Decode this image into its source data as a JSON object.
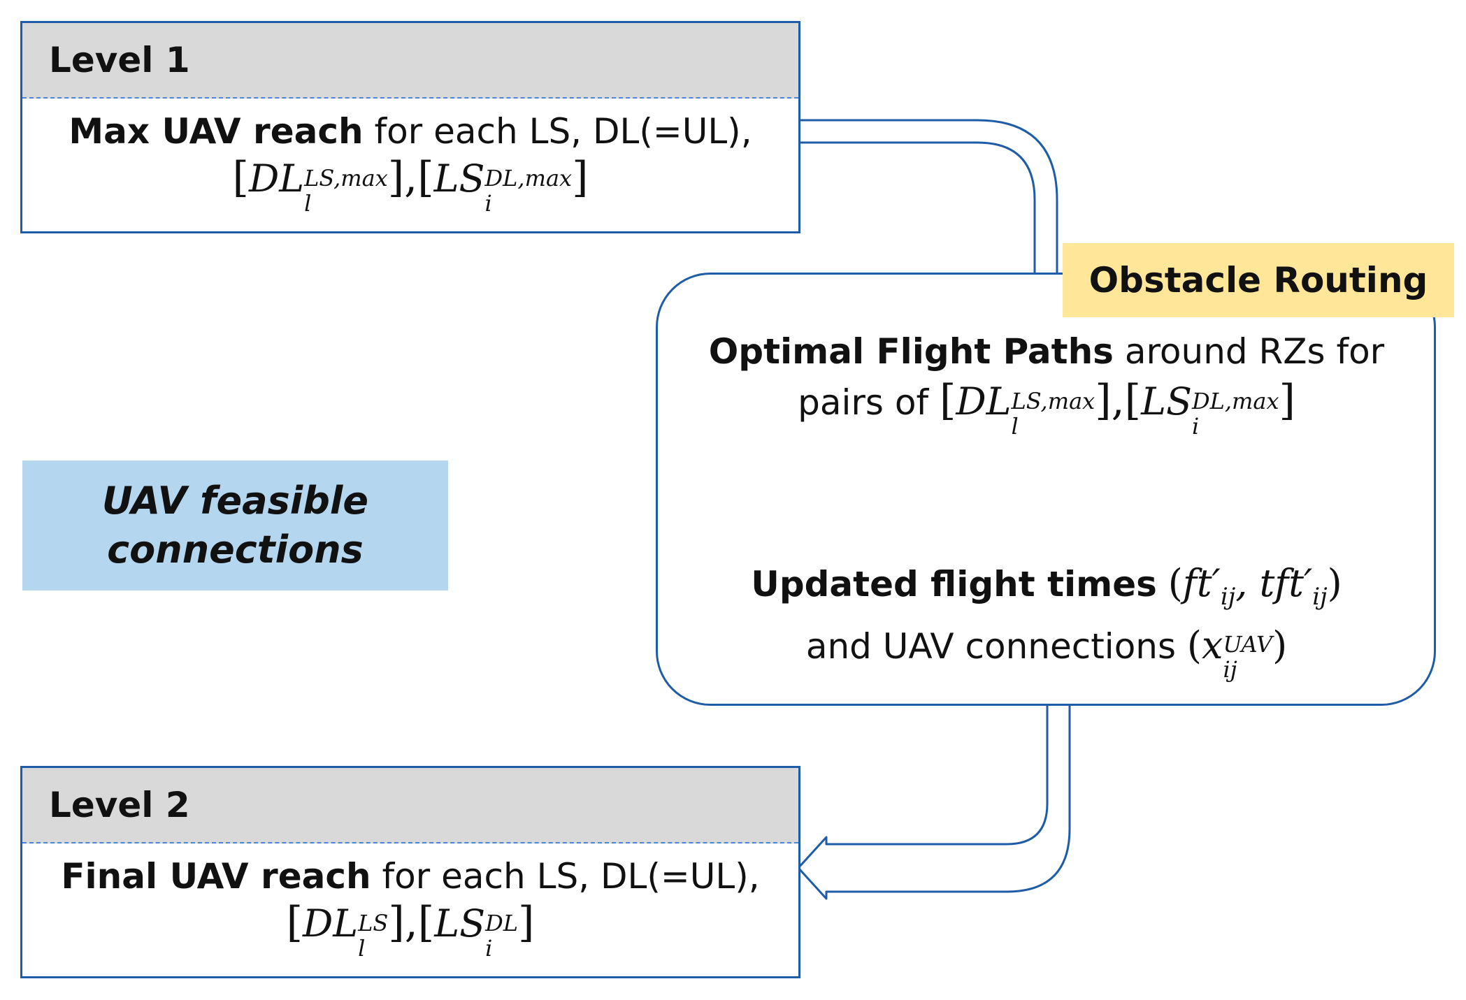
{
  "level1": {
    "title": "Level 1",
    "line1_bold": "Max UAV reach",
    "line1_rest": " for each LS, DL(=UL),",
    "set1": {
      "base": "DL",
      "sup": "LS,max",
      "sub": "l"
    },
    "set2": {
      "base": "LS",
      "sup": "DL,max",
      "sub": "i"
    }
  },
  "obstacle_routing": {
    "tag": "Obstacle Routing",
    "line1_bold": "Optimal Flight Paths",
    "line1_rest": " around RZs for",
    "line2_prefix": "pairs of ",
    "set1": {
      "base": "DL",
      "sup": "LS,max",
      "sub": "l"
    },
    "set2": {
      "base": "LS",
      "sup": "DL,max",
      "sub": "i"
    },
    "update_bold": "Updated flight times",
    "update_math1": "ft′",
    "update_math1_sub": "ij",
    "update_math2": "tft′",
    "update_math2_sub": "ij",
    "conn_text": "and UAV connections ",
    "conn_math": {
      "base": "x",
      "sup": "UAV",
      "sub": "ij"
    }
  },
  "feasible": {
    "line1": "UAV feasible",
    "line2": "connections"
  },
  "level2": {
    "title": "Level 2",
    "line1_bold": "Final UAV reach",
    "line1_rest": " for each LS, DL(=UL),",
    "set1": {
      "base": "DL",
      "sup": "LS",
      "sub": "l"
    },
    "set2": {
      "base": "LS",
      "sup": "DL",
      "sub": "i"
    }
  },
  "colors": {
    "border": "#1f5ca8",
    "header_gray": "#d9d9d9",
    "tag_yellow": "#ffe699",
    "feasible_blue": "#b4d6ef",
    "dashed_arrow": "#2f75c8"
  }
}
